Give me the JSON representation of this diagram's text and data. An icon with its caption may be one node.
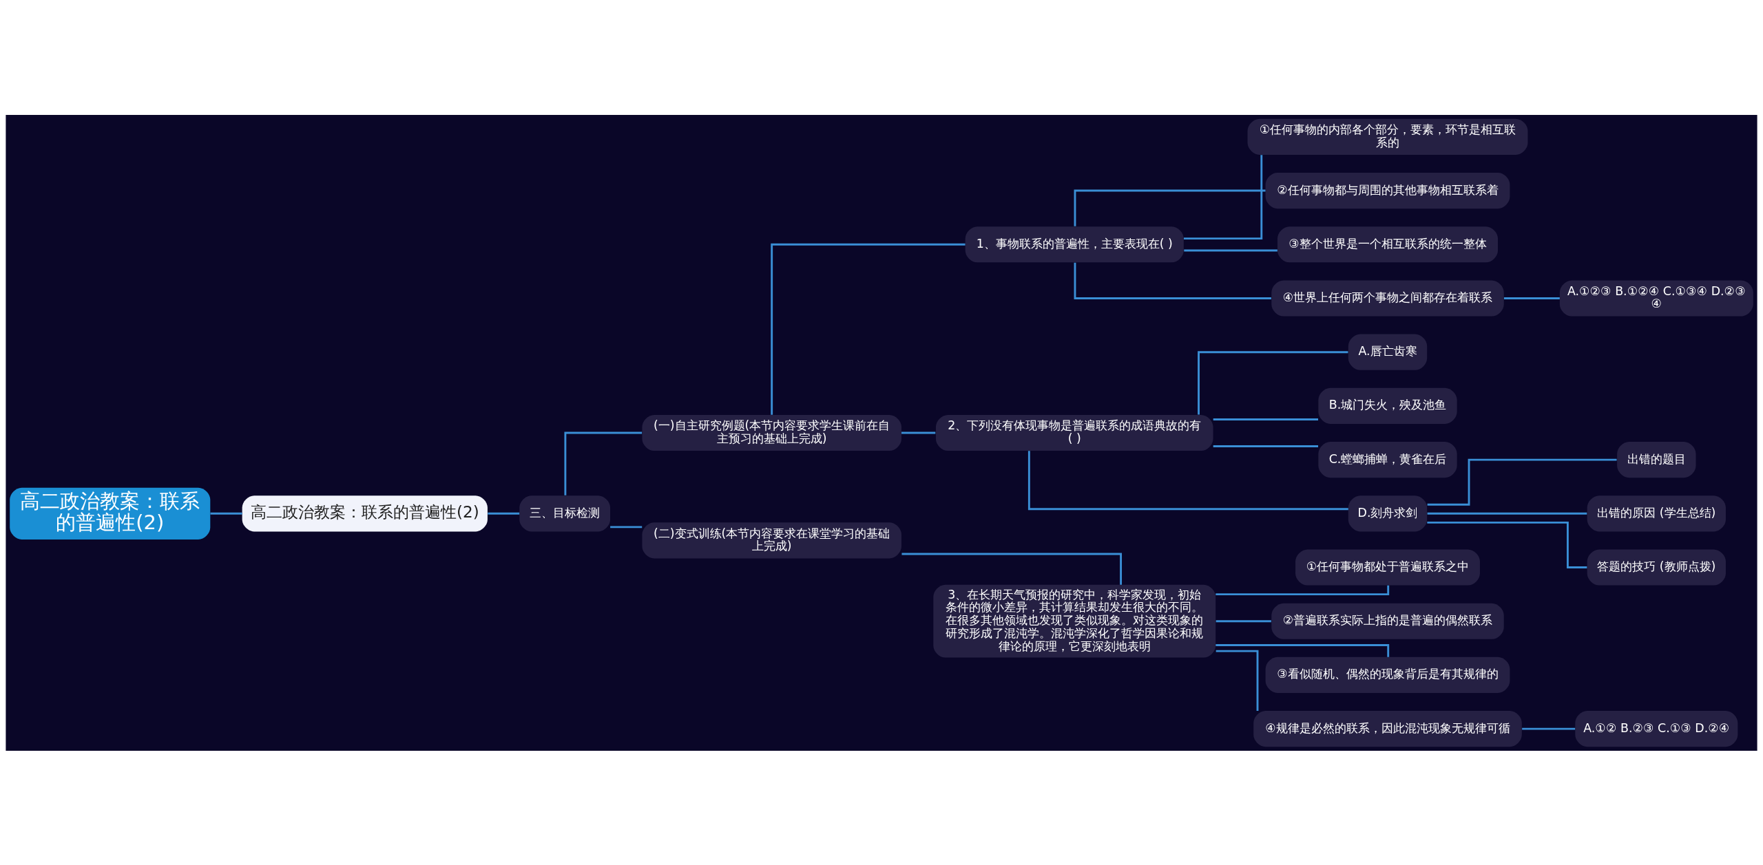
{
  "diagram": {
    "nodes": [
      {
        "text": [
          "高二政治教案：联系的普遍性(2)"
        ]
      },
      {
        "text": [
          "高二政治教案：联系的普遍性(2)"
        ]
      },
      {
        "text": [
          "三、目标检测"
        ]
      },
      {
        "text": [
          "(一)自主研究例题(本节内容要求学生课前在自主预习的基础上完成)"
        ]
      },
      {
        "text": [
          "1、事物联系的普遍性，主要表现在( )"
        ]
      },
      {
        "text": [
          "①任何事物的内部各个部分，要素，环节是相互联系的"
        ]
      },
      {
        "text": [
          "②任何事物都与周围的其他事物相互联系着"
        ]
      },
      {
        "text": [
          "③整个世界是一个相互联系的统一整体"
        ]
      },
      {
        "text": [
          "④世界上任何两个事物之间都存在着联系"
        ]
      },
      {
        "text": [
          "A.①②③ B.①②④ C.①③④ D.②③④"
        ]
      },
      {
        "text": [
          "2、下列没有体现事物是普遍联系的成语典故的有( )"
        ]
      },
      {
        "text": [
          "A.唇亡齿寒"
        ]
      },
      {
        "text": [
          "B.城门失火，殃及池鱼"
        ]
      },
      {
        "text": [
          "C.螳螂捕蝉，黄雀在后"
        ]
      },
      {
        "text": [
          "D.刻舟求剑"
        ]
      },
      {
        "text": [
          "出错的题目"
        ]
      },
      {
        "text": [
          "出错的原因 (学生总结)"
        ]
      },
      {
        "text": [
          "答题的技巧 (教师点拨)"
        ]
      },
      {
        "text": [
          "(二)变式训练(本节内容要求在课堂学习的基础上完成)"
        ]
      },
      {
        "text": [
          "3、在长期天气预报的研究中，科学家发现，初始条件的微小差异，其计算结果却发生很大的不同。在很多其他领域也发现了类似现象。对这类现象的研究形成了混沌学。混沌学深化了哲学因果论和规律论的原理，它更深刻地表明"
        ]
      },
      {
        "text": [
          "①任何事物都处于普遍联系之中"
        ]
      },
      {
        "text": [
          "②普遍联系实际上指的是普遍的偶然联系"
        ]
      },
      {
        "text": [
          "③看似随机、偶然的现象背后是有其规律的"
        ]
      },
      {
        "text": [
          "④规律是必然的联系，因此混沌现象无规律可循"
        ]
      },
      {
        "text": [
          "A.①② B.②③ C.①③ D.②④"
        ]
      }
    ],
    "edges": [
      {
        "from": 0,
        "to": 1,
        "arrow": "none"
      },
      {
        "from": 1,
        "to": 2,
        "arrow": "none"
      },
      {
        "from": 2,
        "to": 3,
        "arrow": "none"
      },
      {
        "from": 3,
        "to": 4,
        "arrow": "none"
      },
      {
        "from": 4,
        "to": 5,
        "arrow": "none"
      },
      {
        "from": 4,
        "to": 6,
        "arrow": "none"
      },
      {
        "from": 4,
        "to": 7,
        "arrow": "none"
      },
      {
        "from": 4,
        "to": 8,
        "arrow": "none"
      },
      {
        "from": 8,
        "to": 9,
        "arrow": "none"
      },
      {
        "from": 3,
        "to": 10,
        "arrow": "none"
      },
      {
        "from": 10,
        "to": 11,
        "arrow": "none"
      },
      {
        "from": 10,
        "to": 12,
        "arrow": "none"
      },
      {
        "from": 10,
        "to": 13,
        "arrow": "none"
      },
      {
        "from": 10,
        "to": 14,
        "arrow": "none"
      },
      {
        "from": 14,
        "to": 15,
        "arrow": "none"
      },
      {
        "from": 14,
        "to": 16,
        "arrow": "none"
      },
      {
        "from": 14,
        "to": 17,
        "arrow": "none"
      },
      {
        "from": 2,
        "to": 18,
        "arrow": "none"
      },
      {
        "from": 18,
        "to": 19,
        "arrow": "none"
      },
      {
        "from": 19,
        "to": 20,
        "arrow": "none"
      },
      {
        "from": 19,
        "to": 21,
        "arrow": "none"
      },
      {
        "from": 19,
        "to": 22,
        "arrow": "none"
      },
      {
        "from": 19,
        "to": 23,
        "arrow": "none"
      },
      {
        "from": 23,
        "to": 24,
        "arrow": "none"
      }
    ]
  }
}
